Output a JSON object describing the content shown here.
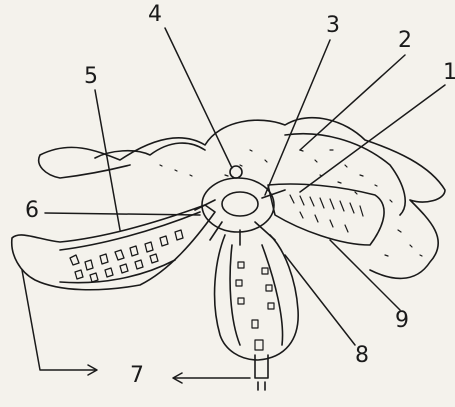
{
  "diagram": {
    "labels": {
      "l1": "1",
      "l2": "2",
      "l3": "3",
      "l4": "4",
      "l5": "5",
      "l6": "6",
      "l7": "7",
      "l8": "8",
      "l9": "9"
    },
    "ink_color": "#1a1a1a",
    "paper_color": "#f4f2ec"
  }
}
